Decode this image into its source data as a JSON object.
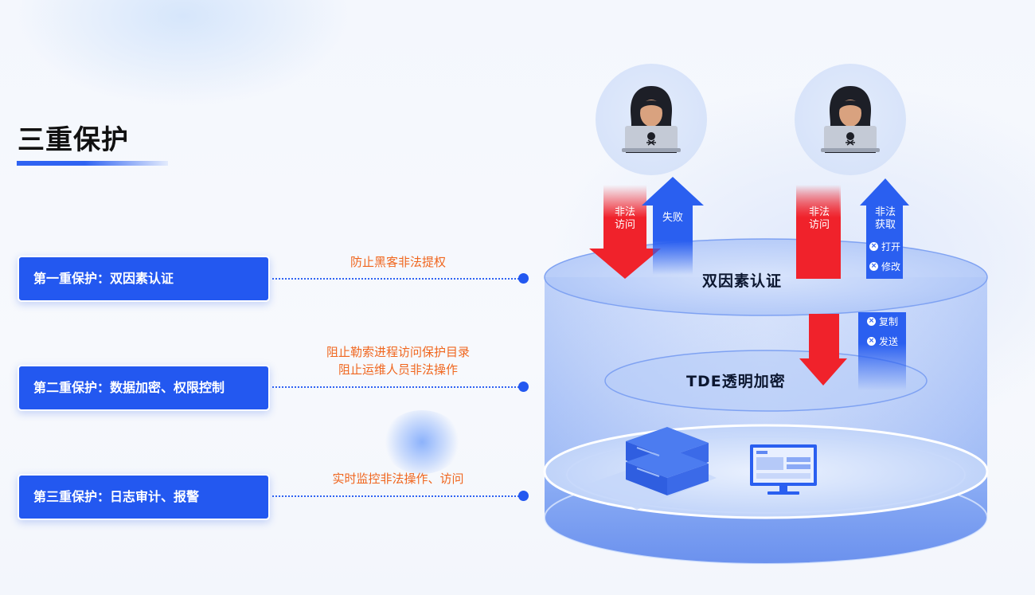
{
  "title": "三重保护",
  "layers": [
    {
      "label": "第一重保护：双因素认证",
      "note": [
        "防止黑客非法提权"
      ]
    },
    {
      "label": "第二重保护：数据加密、权限控制",
      "note": [
        "阻止勒索进程访问保护目录",
        "阻止运维人员非法操作"
      ]
    },
    {
      "label": "第三重保护：日志审计、报警",
      "note": [
        "实时监控非法操作、访问"
      ]
    }
  ],
  "arrows": {
    "left_down": [
      "非法",
      "访问"
    ],
    "left_up": [
      "失败"
    ],
    "right_down": [
      "非法",
      "访问"
    ],
    "right_up": [
      "非法",
      "获取"
    ]
  },
  "blocked_actions": [
    "打开",
    "修改",
    "复制",
    "发送"
  ],
  "disks": {
    "top": "双因素认证",
    "middle": "TDE透明加密"
  },
  "icons": {
    "hacker": "hacker-icon",
    "server": "server-icon",
    "monitor": "monitor-icon",
    "blocked": "close-circle-icon"
  },
  "colors": {
    "primary": "#2358f0",
    "note": "#f0661e",
    "danger": "#f0222b"
  }
}
